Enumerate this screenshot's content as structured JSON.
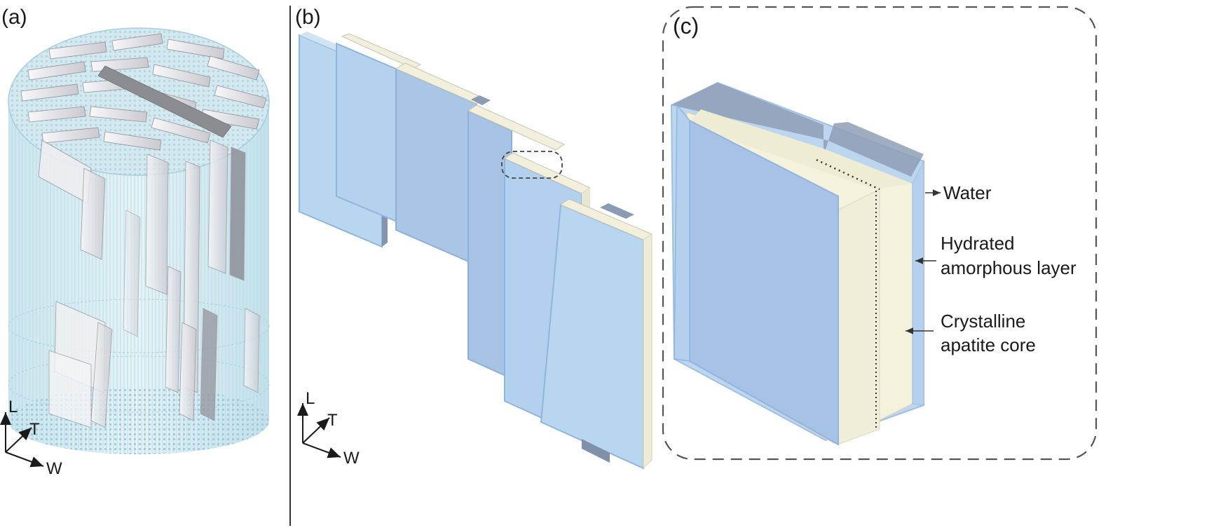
{
  "panels": {
    "a": {
      "label": "(a)"
    },
    "b": {
      "label": "(b)"
    },
    "c": {
      "label": "(c)"
    }
  },
  "axes": {
    "longitudinal": "L",
    "transverse": "T",
    "width": "W"
  },
  "annotations": {
    "water": "Water",
    "hydrated_line1": "Hydrated",
    "hydrated_line2": "amorphous layer",
    "core_line1": "Crystalline",
    "core_line2": "apatite core"
  },
  "colors": {
    "water": "#a9cbe6",
    "crystal_face": "#b4d2ee",
    "crystal_dark": "#8a9bb4",
    "amorphous": "#f4f1dd",
    "cylinder": "#d7eaf0",
    "rods": "#e6e6e9"
  }
}
